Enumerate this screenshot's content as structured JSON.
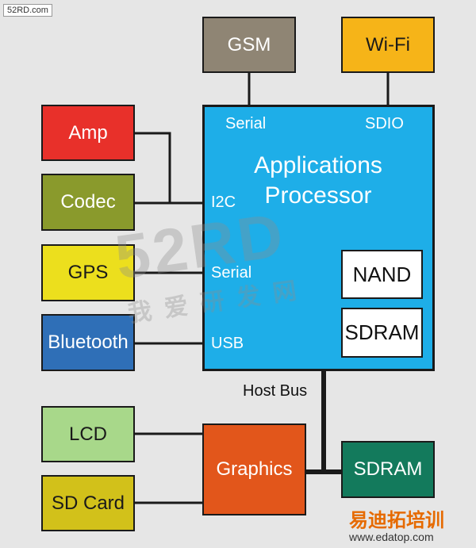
{
  "badge": "52RD.com",
  "processor": {
    "title_line1": "Applications",
    "title_line2": "Processor",
    "ports": {
      "serial_top": "Serial",
      "sdio": "SDIO",
      "i2c": "I2C",
      "serial_left": "Serial",
      "usb": "USB"
    },
    "memory": {
      "nand": "NAND",
      "sdram": "SDRAM"
    },
    "color": "#1eaee8"
  },
  "blocks": {
    "gsm": {
      "label": "GSM",
      "color": "#8f8574"
    },
    "wifi": {
      "label": "Wi-Fi",
      "color": "#f6b418"
    },
    "amp": {
      "label": "Amp",
      "color": "#e8302a"
    },
    "codec": {
      "label": "Codec",
      "color": "#8a9a2c"
    },
    "gps": {
      "label": "GPS",
      "color": "#ecdf1d"
    },
    "bluetooth": {
      "label": "Bluetooth",
      "color": "#2f6fb7"
    },
    "lcd": {
      "label": "LCD",
      "color": "#a8d88a"
    },
    "sdcard": {
      "label": "SD Card",
      "color": "#d2c11a"
    },
    "graphics": {
      "label": "Graphics",
      "color": "#e2561b"
    },
    "sdram_ext": {
      "label": "SDRAM",
      "color": "#137a5c"
    }
  },
  "host_bus": "Host Bus",
  "watermark": {
    "main": "52RD",
    "sub": "我爱研发网"
  },
  "footer": {
    "logo": "易迪拓培训",
    "url": "www.edatop.com"
  }
}
